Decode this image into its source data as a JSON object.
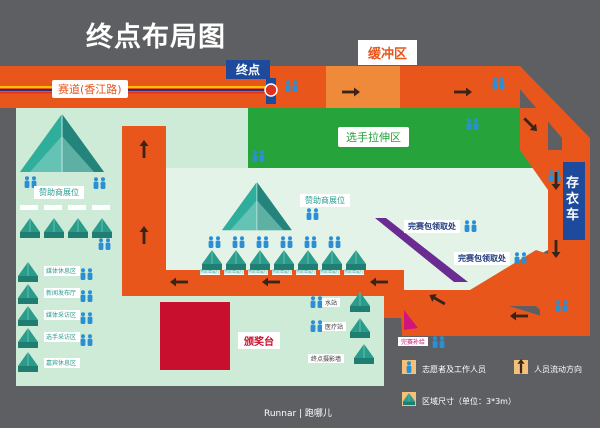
{
  "title": "终点布局图",
  "labels": {
    "buffer_zone": "缓冲区",
    "finish": "终点",
    "race_road": "赛道(香江路)",
    "stretch_zone": "选手拉伸区",
    "storage": "存衣车",
    "sponsor_booth_1": "赞助商展位",
    "sponsor_booth_2": "赞助商展位",
    "kit_pickup_1": "完赛包领取处",
    "kit_pickup_2": "完赛包领取处",
    "award_stage": "颁奖台",
    "water": "水站",
    "medical": "医疗站",
    "supply": "完赛补给",
    "photo_wall": "终点摄影墙"
  },
  "left_tents": [
    "媒体休息区",
    "新闻发布厅",
    "媒体采访区",
    "选手采访区",
    "嘉宾休息区"
  ],
  "booth_labels": [
    "赞助商展位",
    "赞助商展位",
    "赞助商展位",
    "赞助商展位",
    "赞助商展位",
    "赞助商展位",
    "赞助商展位"
  ],
  "legend": {
    "staff": "志愿者及工作人员",
    "flow": "人员流动方向",
    "area_size": "区域尺寸（单位：3*3m）"
  },
  "footer": "Runnar | 跑哪儿",
  "colors": {
    "background": "#5e5f62",
    "route": "#e8561c",
    "route_light": "#ef8a3a",
    "green": "#26a33a",
    "mint": "#cdebd6",
    "pale": "#e3f3e7",
    "teal": "#2a9c8c",
    "stage": "#c8102e",
    "purple": "#6a2c91",
    "magenta": "#d0157d",
    "blue_label": "#1e4a9c",
    "staff_blue": "#2a8fd4"
  }
}
